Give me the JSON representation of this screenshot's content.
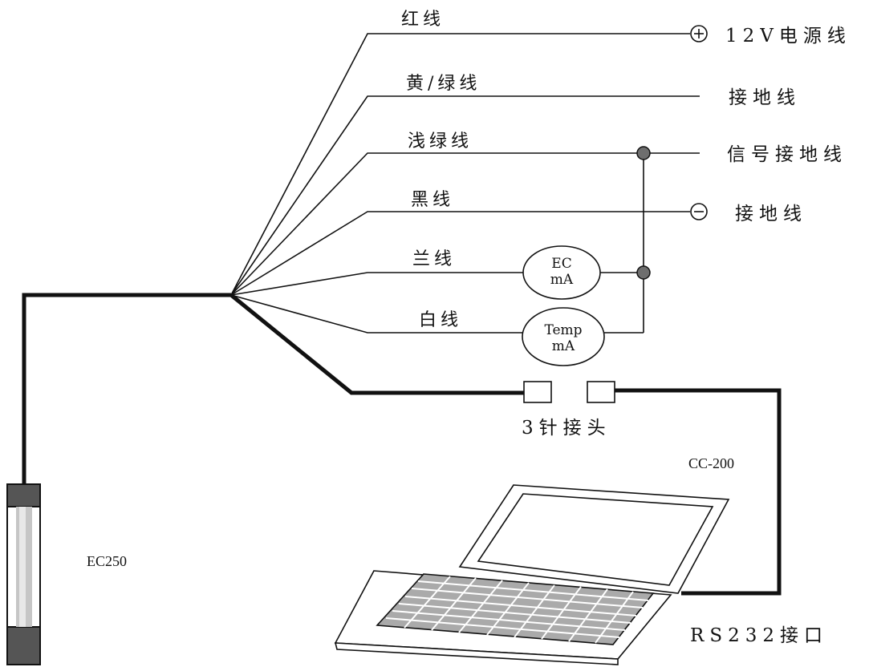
{
  "wires": [
    {
      "id": "red",
      "label": "红线",
      "terminal": "12V电源线",
      "terminal_symbol": "+"
    },
    {
      "id": "yellow-green",
      "label": "黄/绿线",
      "terminal": "接地线",
      "terminal_symbol": ""
    },
    {
      "id": "light-green",
      "label": "浅绿线",
      "terminal": "信号接地线",
      "terminal_symbol": ""
    },
    {
      "id": "black",
      "label": "黑线",
      "terminal": "接地线",
      "terminal_symbol": "−"
    },
    {
      "id": "blue",
      "label": "兰线",
      "terminal": "",
      "terminal_symbol": ""
    },
    {
      "id": "white",
      "label": "白线",
      "terminal": "",
      "terminal_symbol": ""
    }
  ],
  "meters": [
    {
      "id": "ec",
      "line1": "EC",
      "line2": "mA"
    },
    {
      "id": "temp",
      "line1": "Temp",
      "line2": "mA"
    }
  ],
  "connector_label": "3针接头",
  "cable_label": "CC-200",
  "sensor_label": "EC250",
  "port_label": "RS232接口",
  "colors": {
    "line": "#111111",
    "junction": "#6e6e6e",
    "keys": "#aaaaaa",
    "probe_cap": "#555555",
    "probe_body": "#c6c6c6"
  }
}
